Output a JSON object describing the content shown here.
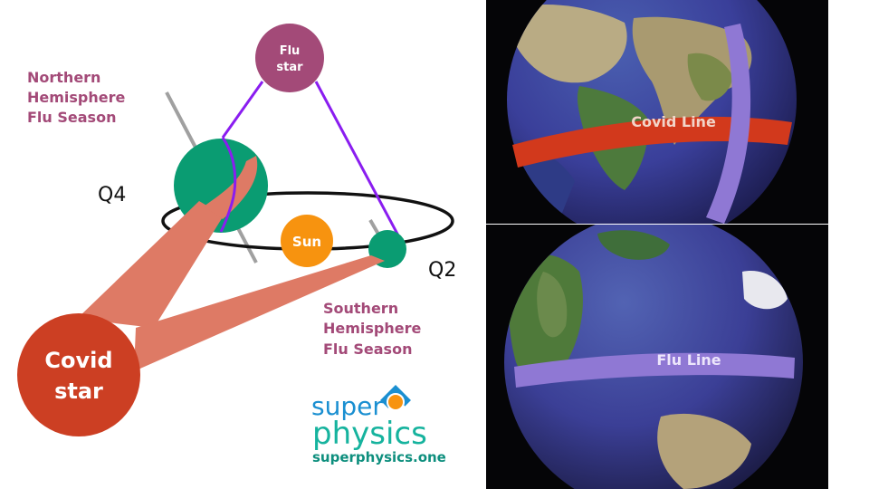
{
  "diagram": {
    "flu_star": {
      "line1": "Flu",
      "line2": "star"
    },
    "northern": {
      "line1": "Northern",
      "line2": "Hemisphere",
      "line3": "Flu Season"
    },
    "q4": "Q4",
    "q2": "Q2",
    "sun": "Sun",
    "southern": {
      "line1": "Southern",
      "line2": "Hemisphere",
      "line3": "Flu Season"
    },
    "covid_star": {
      "line1": "Covid",
      "line2": "star"
    }
  },
  "logo": {
    "super": "super",
    "physics": "physics",
    "url": "superphysics.one"
  },
  "globes": {
    "top_label": "Covid Line",
    "bottom_label": "Flu Line"
  },
  "colors": {
    "flu_star": "#a34a78",
    "hemisphere_text": "#a34a78",
    "earth": "#0a9c72",
    "sun": "#f7930f",
    "covid_star": "#cc3f23",
    "beam": "#de7a65",
    "connector": "#8a1df0",
    "axis": "#a0a0a0",
    "covid_line": "#d2391c",
    "flu_line": "#8f78d4",
    "logo_blue": "#1a8fd1",
    "logo_teal": "#16b39e"
  }
}
